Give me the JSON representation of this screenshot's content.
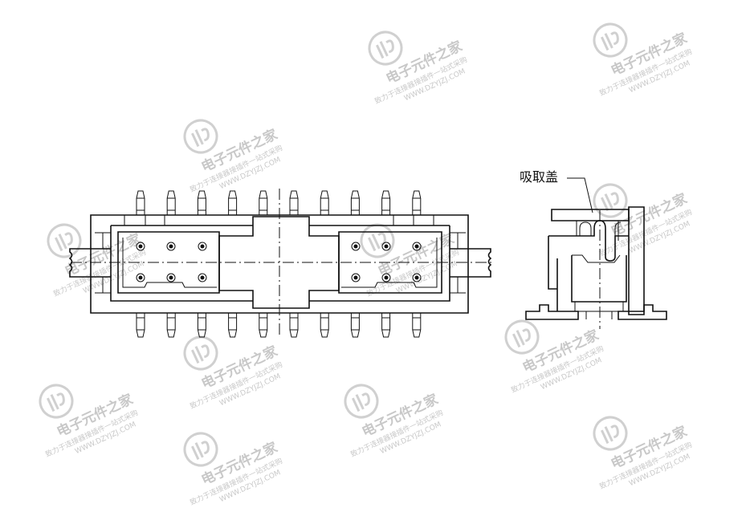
{
  "drawing": {
    "callout_label": "吸取盖",
    "top_pin_count": 10,
    "bottom_pin_count": 10,
    "contact_rows": 2,
    "contacts_per_side_per_row": 3
  },
  "watermark": {
    "title": "电子元件之家",
    "slogan": "致力于连接器接插件一站式采购",
    "url": "WWW.DZYJZJ.COM"
  },
  "colors": {
    "line": "#111111",
    "watermark": "#c8c8c8"
  }
}
